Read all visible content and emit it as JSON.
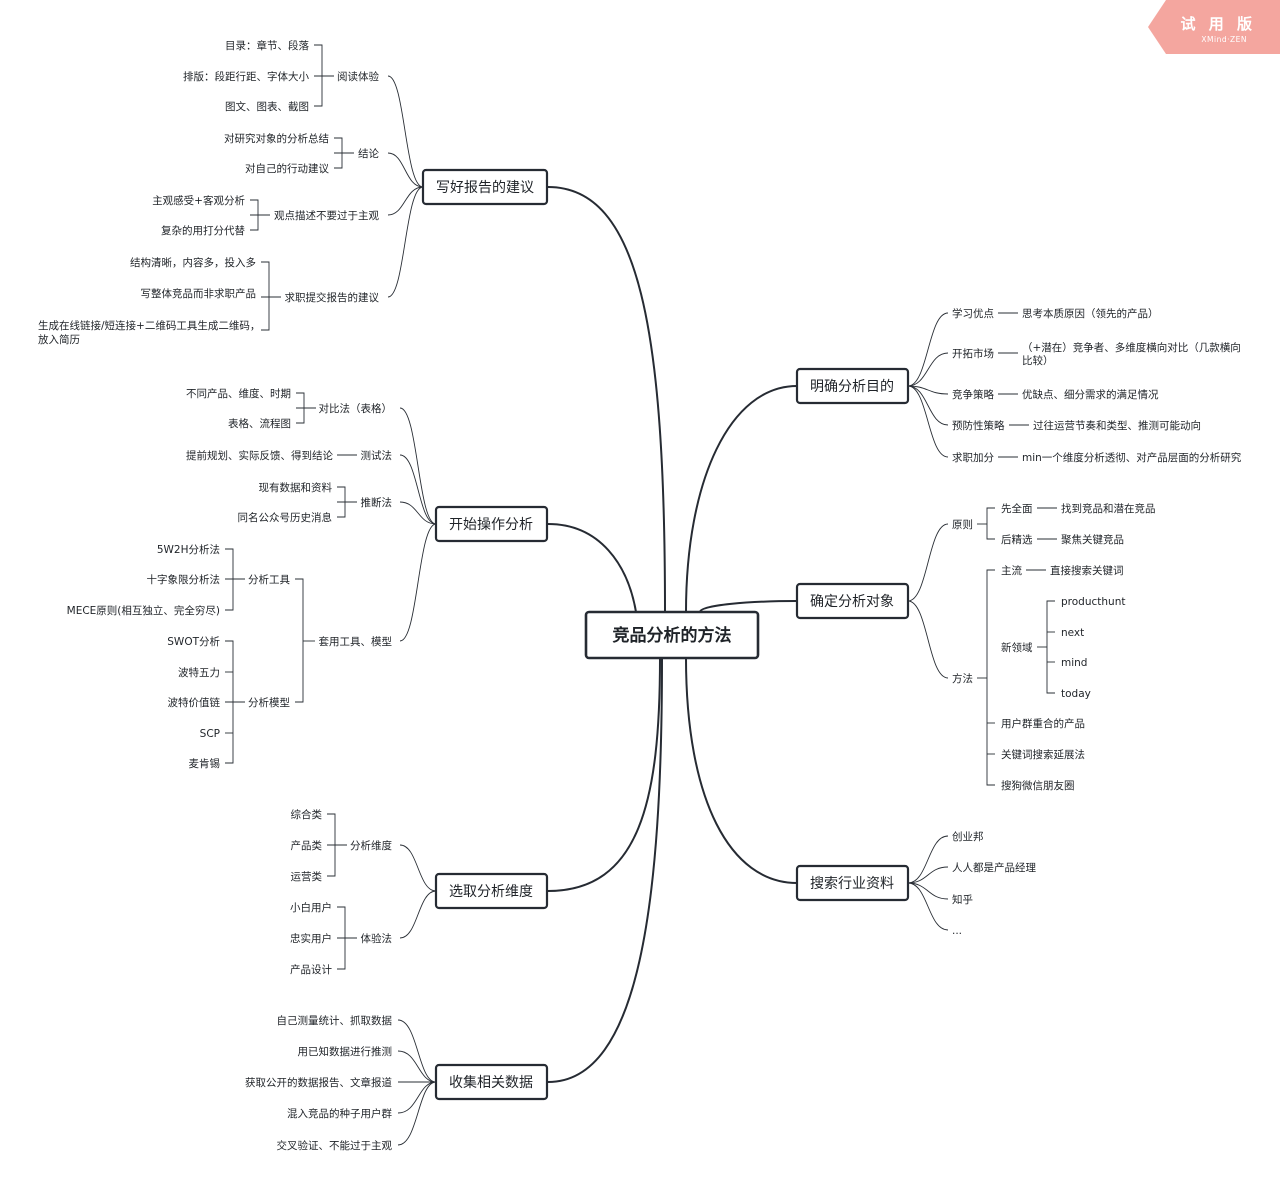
{
  "root": "竞品分析的方法",
  "badge": {
    "title": "试 用 版",
    "sub": "XMind·ZEN"
  },
  "write": {
    "title": "写好报告的建议",
    "reading": "阅读体验",
    "reading_items": [
      "目录：章节、段落",
      "排版：段距行距、字体大小",
      "图文、图表、截图"
    ],
    "conclusion": "结论",
    "conclusion_items": [
      "对研究对象的分析总结",
      "对自己的行动建议"
    ],
    "objective": "观点描述不要过于主观",
    "objective_items": [
      "主观感受+客观分析",
      "复杂的用打分代替"
    ],
    "job": "求职提交报告的建议",
    "job_items": [
      "结构清晰，内容多，投入多",
      "写整体竞品而非求职产品",
      "生成在线链接/短连接+二维码工具生成二维码，",
      "放入简历"
    ]
  },
  "start": {
    "title": "开始操作分析",
    "compare": "对比法（表格）",
    "compare_items": [
      "不同产品、维度、时期",
      "表格、流程图"
    ],
    "test": "测试法",
    "test_item": "提前规划、实际反馈、得到结论",
    "infer": "推断法",
    "infer_items": [
      "现有数据和资料",
      "同名公众号历史消息"
    ],
    "tools_models": "套用工具、模型",
    "tools": "分析工具",
    "tools_items": [
      "5W2H分析法",
      "十字象限分析法",
      "MECE原则(相互独立、完全穷尽)"
    ],
    "models": "分析模型",
    "models_items": [
      "SWOT分析",
      "波特五力",
      "波特价值链",
      "SCP",
      "麦肯锡"
    ]
  },
  "dims": {
    "title": "选取分析维度",
    "analysis": "分析维度",
    "analysis_items": [
      "综合类",
      "产品类",
      "运营类"
    ],
    "exp": "体验法",
    "exp_items": [
      "小白用户",
      "忠实用户",
      "产品设计"
    ]
  },
  "collect": {
    "title": "收集相关数据",
    "items": [
      "自己测量统计、抓取数据",
      "用已知数据进行推测",
      "获取公开的数据报告、文章报道",
      "混入竞品的种子用户群",
      "交叉验证、不能过于主观"
    ]
  },
  "purpose": {
    "title": "明确分析目的",
    "items": [
      {
        "k": "学习优点",
        "v": "思考本质原因（领先的产品）"
      },
      {
        "k": "开拓市场",
        "v": "（+潜在）竞争者、多维度横向对比（几款横向",
        "v2": "比较）"
      },
      {
        "k": "竞争策略",
        "v": "优缺点、细分需求的满足情况"
      },
      {
        "k": "预防性策略",
        "v": "过往运营节奏和类型、推测可能动向"
      },
      {
        "k": "求职加分",
        "v": "min一个维度分析透彻、对产品层面的分析研究"
      }
    ]
  },
  "target": {
    "title": "确定分析对象",
    "principle": "原则",
    "p1": "先全面",
    "p1v": "找到竞品和潜在竞品",
    "p2": "后精选",
    "p2v": "聚焦关键竞品",
    "method": "方法",
    "main": "主流",
    "mainv": "直接搜索关键词",
    "newdomain": "新领域",
    "nd_items": [
      "producthunt",
      "next",
      "mind",
      "today"
    ],
    "others": [
      "用户群重合的产品",
      "关键词搜索延展法",
      "搜狗微信朋友圈"
    ]
  },
  "search": {
    "title": "搜索行业资料",
    "items": [
      "创业邦",
      "人人都是产品经理",
      "知乎",
      "..."
    ]
  }
}
